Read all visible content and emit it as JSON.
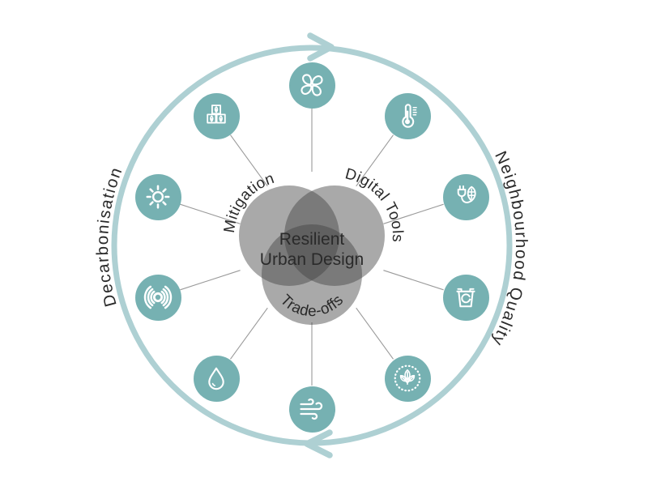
{
  "diagram": {
    "center": {
      "line1": "Resilient",
      "line2": "Urban Design"
    },
    "venn_labels": {
      "top_left": "Mitigation",
      "top_right": "Digital Tools",
      "bottom": "Trade-offs"
    },
    "outer_labels": {
      "left": "Decarbonisation",
      "right": "Neighbourhood Quality"
    },
    "icons": [
      "fan-icon",
      "thermometer-icon",
      "green-energy-plug-icon",
      "recycling-bin-icon",
      "eco-leaves-badge-icon",
      "wind-icon",
      "water-drop-icon",
      "noise-waves-icon",
      "sun-icon",
      "sustainable-blocks-icon"
    ]
  },
  "colors": {
    "teal": "#76b1b2",
    "ring": "#aed0d3",
    "venn": "#404040",
    "connector": "#9a9a9a",
    "ink": "#2a2a2a"
  }
}
